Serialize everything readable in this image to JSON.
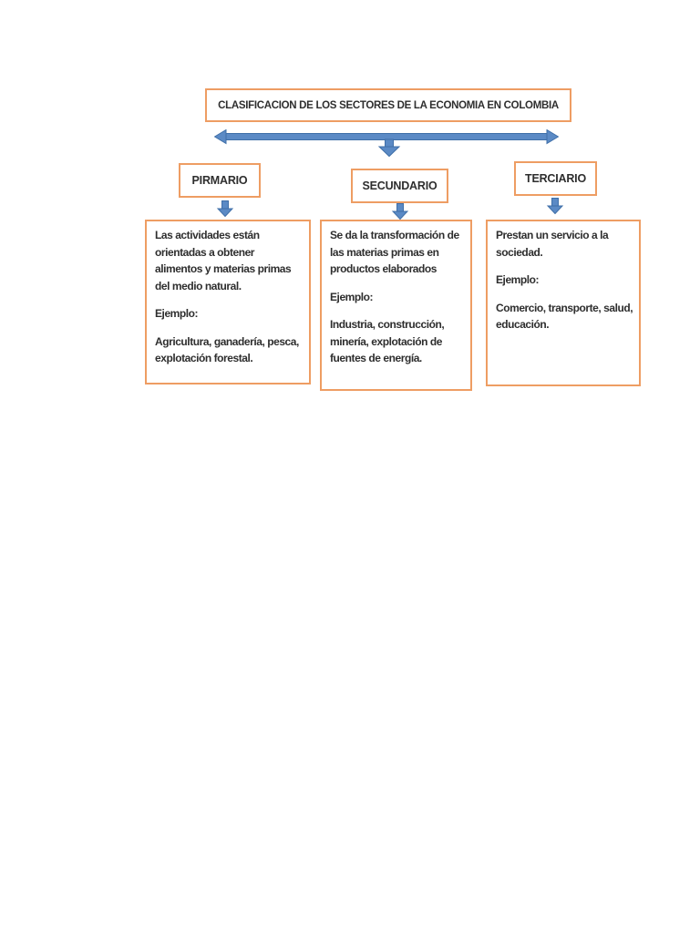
{
  "colors": {
    "border_orange": "#EE9D63",
    "arrow_fill": "#5B8AC5",
    "arrow_stroke": "#3F6FA8",
    "text_ink": "#2E2E2E",
    "page_bg": "#FFFFFF"
  },
  "title": {
    "label": "CLASIFICACION DE LOS SECTORES DE LA ECONOMIA EN COLOMBIA"
  },
  "icons": {
    "main_arrow": "double-headed-horizontal-arrow-with-center-branch",
    "branch_arrow": "down-arrow"
  },
  "sectors": [
    {
      "label": "PIRMARIO",
      "description": "Las actividades están orientadas a obtener alimentos y materias primas del medio natural.",
      "example_label": "Ejemplo:",
      "examples": "Agricultura, ganadería, pesca, explotación forestal."
    },
    {
      "label": "SECUNDARIO",
      "description": "Se da la transformación de las materias primas en productos elaborados",
      "example_label": "Ejemplo:",
      "examples": "Industria, construcción, minería, explotación de fuentes de energía."
    },
    {
      "label": "TERCIARIO",
      "description": "Prestan un servicio a la sociedad.",
      "example_label": "Ejemplo:",
      "examples": "Comercio, transporte, salud, educación."
    }
  ]
}
